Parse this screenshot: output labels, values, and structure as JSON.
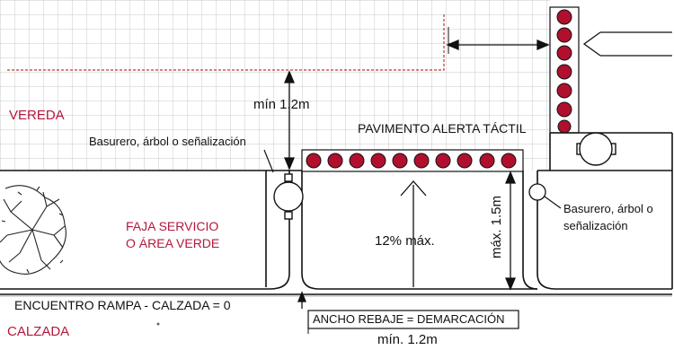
{
  "labels": {
    "vereda": "VEREDA",
    "calzada": "CALZADA",
    "faja_line1": "FAJA SERVICIO",
    "faja_line2": "O ÁREA VERDE",
    "pavimento": "PAVIMENTO ALERTA TÁCTIL",
    "min_12_top": "mín 1.2m",
    "basurero_left": "Basurero, árbol o señalización",
    "basurero_right_line1": "Basurero, árbol o",
    "basurero_right_line2": "señalización",
    "pendiente": "12% máx.",
    "max_15": "máx. 1.5m",
    "encuentro": "ENCUENTRO RAMPA - CALZADA = 0",
    "ancho_rebaje": "ANCHO REBAJE = DEMARCACIÓN",
    "min_12_bottom": "mín. 1.2m"
  },
  "colors": {
    "accent_red": "#b5173a",
    "tactile_dot": "#b0102e",
    "grid": "#c8c8c8",
    "line": "#111111"
  }
}
